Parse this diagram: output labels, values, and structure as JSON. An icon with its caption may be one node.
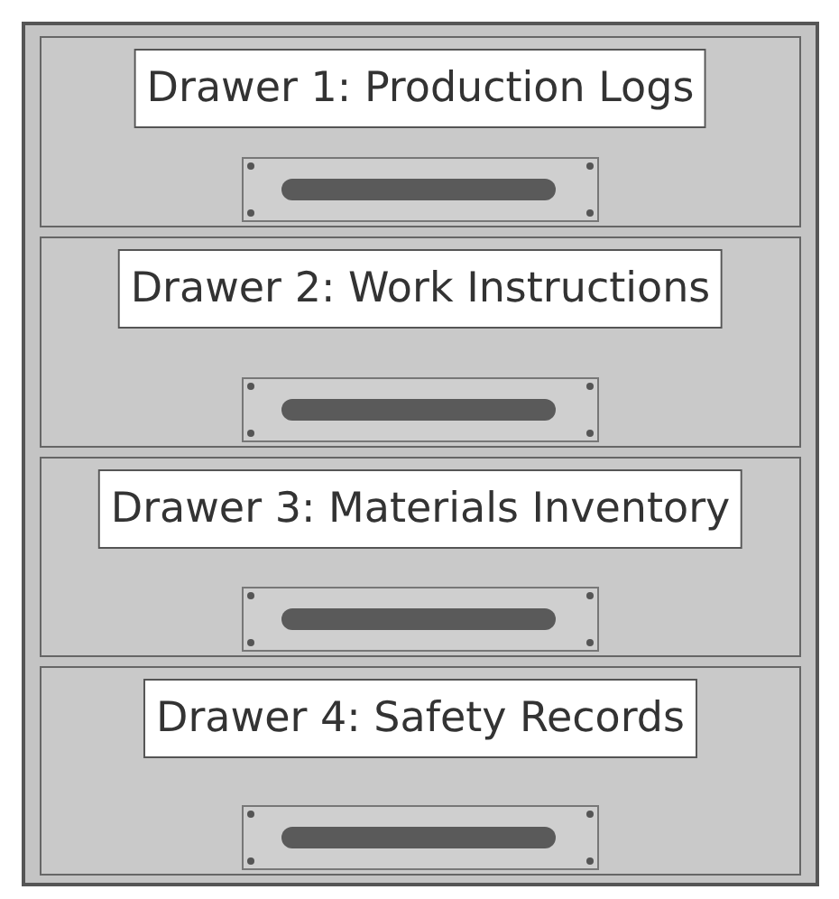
{
  "diagram": {
    "nodes": [
      {
        "text": [],
        "shape": "box"
      },
      {
        "text": [
          "Drawer 1: Production Logs"
        ],
        "in": 0
      },
      {
        "text": [
          "Drawer 2: Work Instructions"
        ],
        "in": 0
      },
      {
        "text": [
          "Drawer 3: Materials Inventory"
        ],
        "in": 0
      },
      {
        "text": [
          "Drawer 4: Safety Records"
        ],
        "in": 0
      }
    ]
  }
}
